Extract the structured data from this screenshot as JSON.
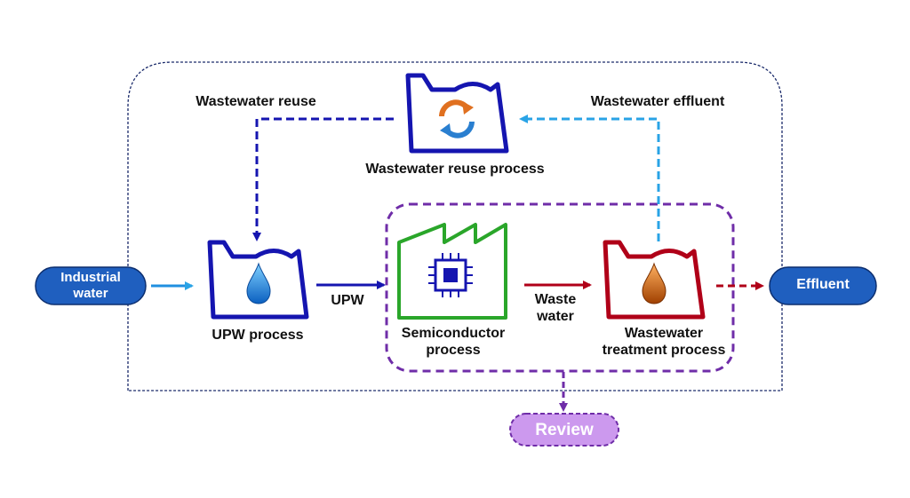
{
  "labels": {
    "industrial_water": "Industrial water",
    "upw_process": "UPW process",
    "upw": "UPW",
    "semiconductor_process": "Semiconductor process",
    "waste_water": "Waste water",
    "wastewater_treatment_process": "Wastewater treatment process",
    "effluent": "Effluent",
    "wastewater_reuse": "Wastewater reuse",
    "wastewater_effluent": "Wastewater effluent",
    "wastewater_reuse_process": "Wastewater reuse process",
    "review": "Review"
  },
  "colors": {
    "navy": "#1515b0",
    "mid_blue": "#1f8fe0",
    "light_blue": "#29a3e6",
    "dark_red": "#b00018",
    "green": "#2aa62a",
    "purple": "#6f2da8",
    "pill_blue": "#1f5fbf",
    "pill_purple": "#cc99ee",
    "orange": "#e07020"
  }
}
